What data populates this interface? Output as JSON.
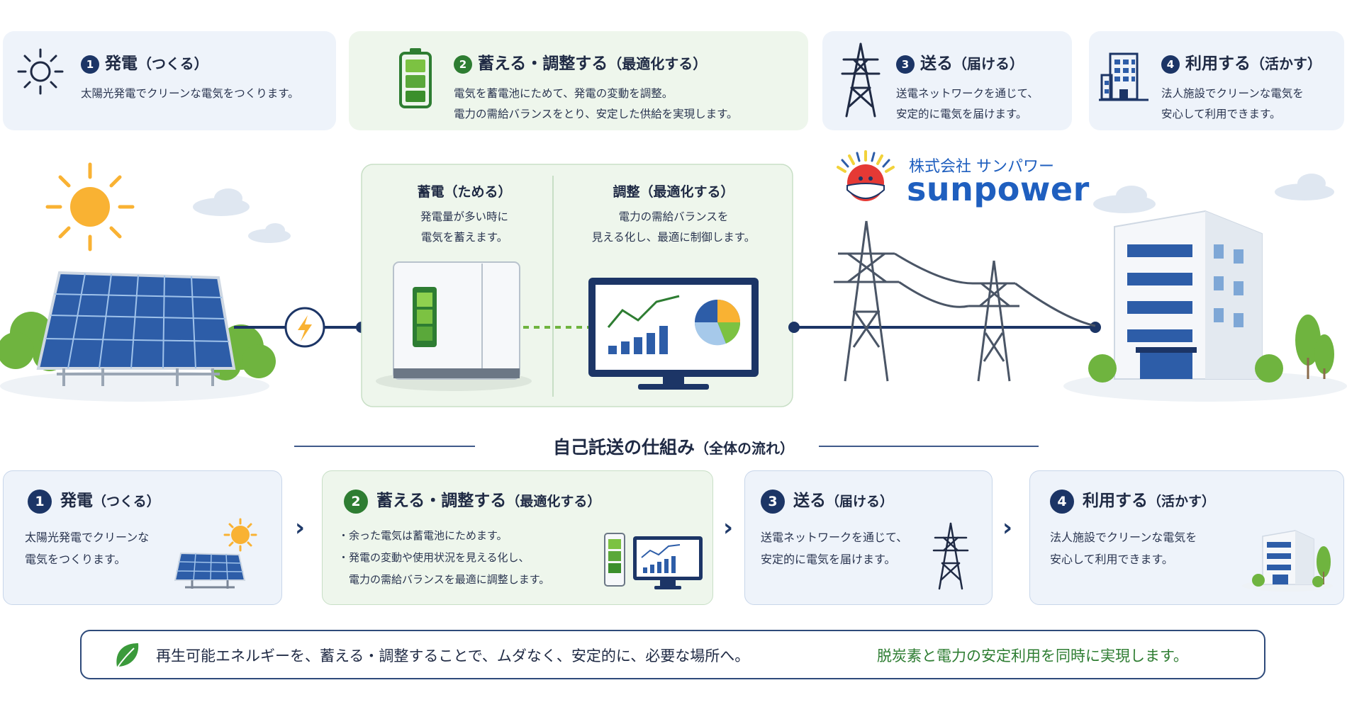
{
  "top_steps": [
    {
      "num": "1",
      "title": "発電",
      "sub": "（つくる）",
      "lines": [
        "太陽光発電でクリーンな電気をつくります。"
      ]
    },
    {
      "num": "2",
      "title": "蓄える・調整する",
      "sub": "（最適化する）",
      "lines": [
        "電気を蓄電池にためて、発電の変動を調整。",
        "電力の需給バランスをとり、安定した供給を実現します。"
      ]
    },
    {
      "num": "3",
      "title": "送る",
      "sub": "（届ける）",
      "lines": [
        "送電ネットワークを通じて、",
        "安定的に電気を届けます。"
      ]
    },
    {
      "num": "4",
      "title": "利用する",
      "sub": "（活かす）",
      "lines": [
        "法人施設でクリーンな電気を",
        "安心して利用できます。"
      ]
    }
  ],
  "storage_panel": {
    "store": {
      "title": "蓄電",
      "sub": "（ためる）",
      "lines": [
        "発電量が多い時に",
        "電気を蓄えます。"
      ]
    },
    "adjust": {
      "title": "調整",
      "sub": "（最適化する）",
      "lines": [
        "電力の需給バランスを",
        "見える化し、最適に制御します。"
      ]
    }
  },
  "logo": {
    "jp": "株式会社 サンパワー",
    "en": "sunpower"
  },
  "flow_title": {
    "main": "自己託送の仕組み",
    "sub": "（全体の流れ）"
  },
  "bottom_steps": [
    {
      "num": "1",
      "title": "発電",
      "sub": "（つくる）",
      "lines": [
        "太陽光発電でクリーンな",
        "電気をつくります。"
      ]
    },
    {
      "num": "2",
      "title": "蓄える・調整する",
      "sub": "（最適化する）",
      "lines": [
        "・余った電気は蓄電池にためます。",
        "・発電の変動や使用状況を見える化し、",
        "　電力の需給バランスを最適に調整します。"
      ]
    },
    {
      "num": "3",
      "title": "送る",
      "sub": "（届ける）",
      "lines": [
        "送電ネットワークを通じて、",
        "安定的に電気を届けます。"
      ]
    },
    {
      "num": "4",
      "title": "利用する",
      "sub": "（活かす）",
      "lines": [
        "法人施設でクリーンな電気を",
        "安心して利用できます。"
      ]
    }
  ],
  "chevron": "›",
  "footer": {
    "text": "再生可能エネルギーを、蓄える・調整することで、ムダなく、安定的に、必要な場所へ。",
    "highlight": "脱炭素と電力の安定利用を同時に実現します。"
  },
  "colors": {
    "navy": "#1c3566",
    "green": "#2e7d32",
    "blue": "#1f5fbf",
    "sun": "#f9b233",
    "panel": "#2d5da8"
  }
}
